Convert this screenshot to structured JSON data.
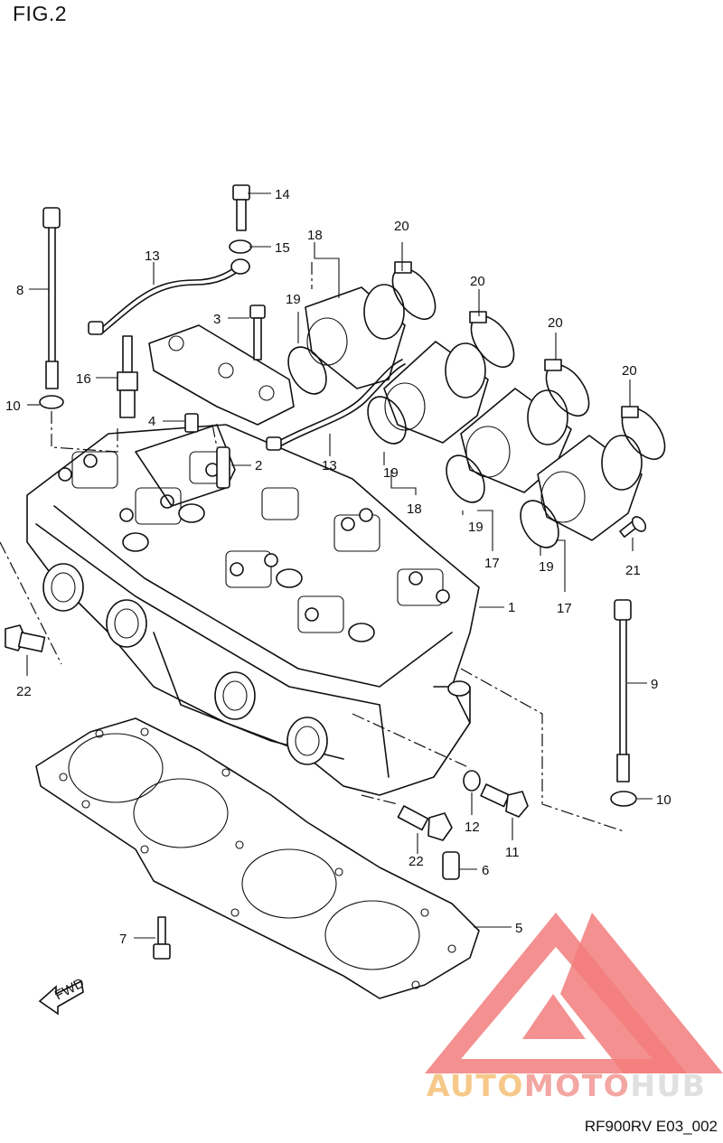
{
  "figure_title": "FIG.2",
  "diagram_code": "RF900RV E03_002",
  "watermark": {
    "text_parts": [
      "AUTO",
      "MOTO",
      "HUB"
    ],
    "colors": {
      "auto": "#f6c98a",
      "moto": "#f4a6a2",
      "hub": "#e0e0e0",
      "logo": "#f27c7c"
    }
  },
  "fwd_label": "FWD",
  "part_labels": {
    "p1": "1",
    "p2": "2",
    "p3": "3",
    "p4": "4",
    "p5": "5",
    "p6": "6",
    "p7": "7",
    "p8": "8",
    "p9": "9",
    "p10a": "10",
    "p10b": "10",
    "p11": "11",
    "p12": "12",
    "p13a": "13",
    "p13b": "13",
    "p14": "14",
    "p15": "15",
    "p16": "16",
    "p17a": "17",
    "p17b": "17",
    "p18a": "18",
    "p18b": "18",
    "p19a": "19",
    "p19b": "19",
    "p19c": "19",
    "p19d": "19",
    "p20a": "20",
    "p20b": "20",
    "p20c": "20",
    "p20d": "20",
    "p21": "21",
    "p22a": "22",
    "p22b": "22"
  }
}
